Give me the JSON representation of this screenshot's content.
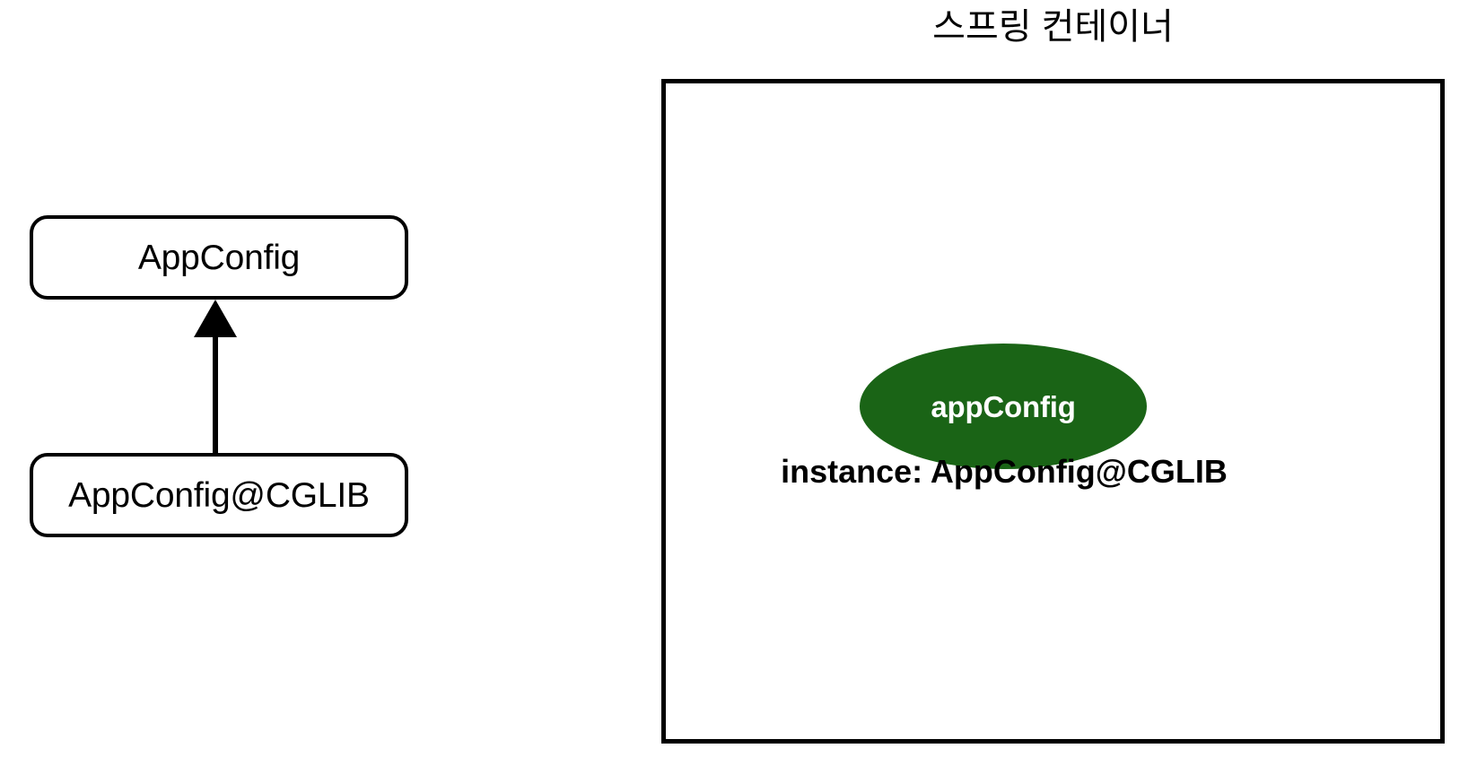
{
  "diagram": {
    "left_panel": {
      "parent_class_box": {
        "label": "AppConfig"
      },
      "child_class_box": {
        "label": "AppConfig@CGLIB"
      },
      "relation": {
        "icon": "inheritance-arrow-up-icon",
        "kind": "extends"
      }
    },
    "right_panel": {
      "title": "스프링 컨테이너",
      "bean": {
        "name": "appConfig",
        "instance_label": "instance: AppConfig@CGLIB",
        "shape": "ellipse"
      }
    },
    "colors": {
      "bean_fill": "#1a6416",
      "bean_text": "#ffffff",
      "stroke": "#000000",
      "background": "#ffffff"
    }
  }
}
